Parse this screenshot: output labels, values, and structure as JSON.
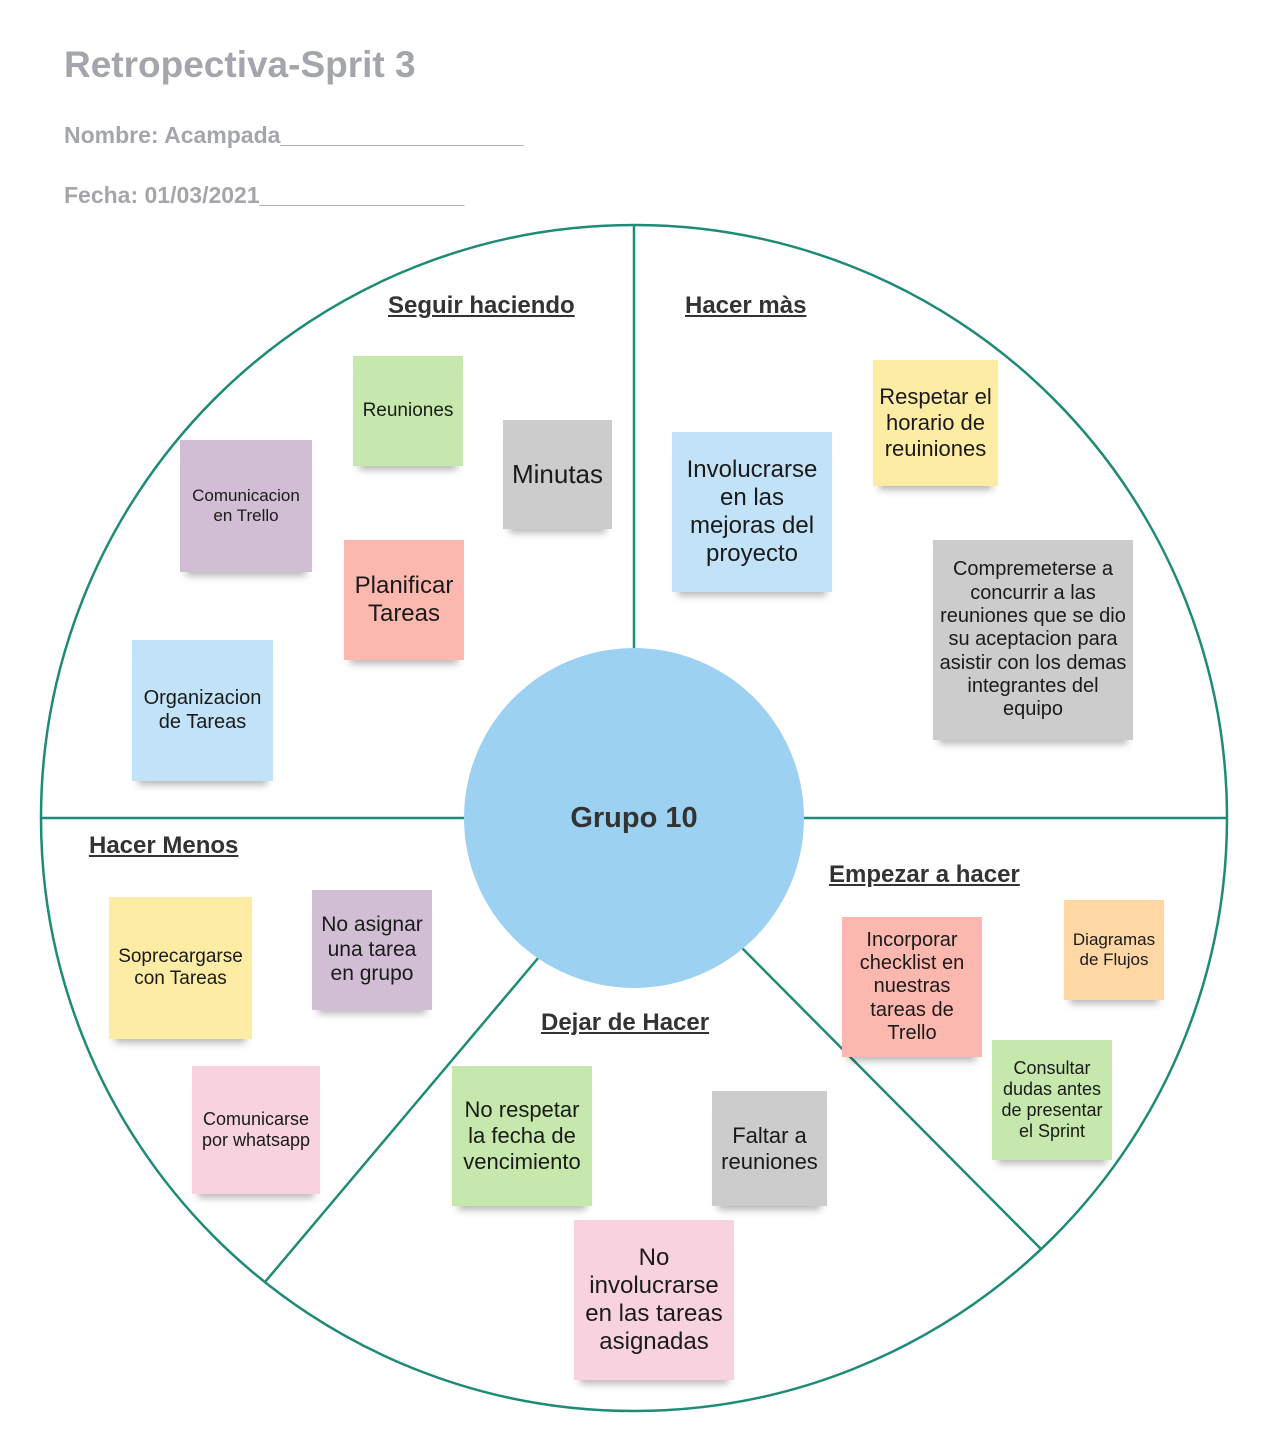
{
  "header": {
    "title": "Retropectiva-Sprit 3",
    "nombre": "Nombre:  Acampada___________________",
    "fecha": "Fecha:  01/03/2021________________"
  },
  "colors": {
    "line": "#1f8a76",
    "center": "#9dd1f2",
    "green": "#c6e8ad",
    "gray": "#cccccc",
    "purple": "#d1bed4",
    "salmon": "#fcb8ae",
    "blue": "#c2e3f7",
    "yellow": "#fdeca4",
    "pink": "#f8d2df",
    "orange": "#fed7a4"
  },
  "center": {
    "label": "Grupo 10"
  },
  "sections": {
    "seguir": "Seguir haciendo",
    "hacer_mas": "Hacer màs",
    "hacer_menos": "Hacer Menos",
    "empezar": "Empezar a hacer",
    "dejar": "Dejar de Hacer"
  },
  "notes": {
    "reuniones": "Reuniones",
    "minutas": "Minutas",
    "comunicacion": "Comunicacion en Trello",
    "planificar": "Planificar Tareas",
    "organizacion": "Organizacion de Tareas",
    "involucrarse": "Involucrarse en las mejoras del proyecto",
    "respetar": "Respetar el horario de reuiniones",
    "comprometerse": "Compremeterse a concurrir a las reuniones que se dio su aceptacion para asistir con los demas integrantes del equipo",
    "soprecargarse": "Soprecargarse con Tareas",
    "no_asignar": "No asignar una tarea en grupo",
    "comunicarse": "Comunicarse por whatsapp",
    "no_respetar": "No respetar la fecha de vencimiento",
    "faltar": "Faltar a reuniones",
    "no_involucrarse": "No involucrarse en las tareas asignadas",
    "incorporar": "Incorporar checklist en nuestras tareas de Trello",
    "diagramas": "Diagramas de Flujos",
    "consultar": "Consultar dudas antes de presentar el Sprint"
  }
}
